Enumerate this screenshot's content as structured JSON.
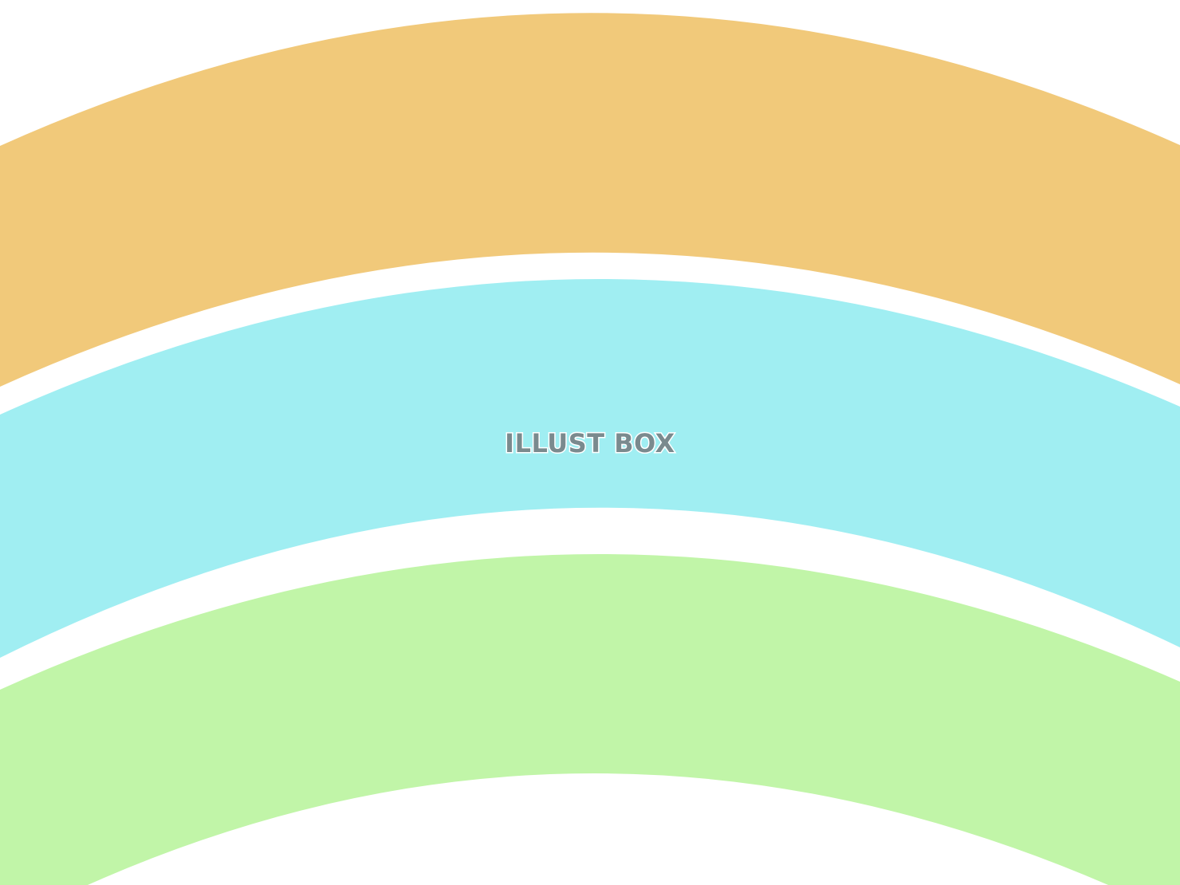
{
  "illustration": {
    "bands": [
      {
        "name": "orange-band",
        "color": "#f1c97a"
      },
      {
        "name": "cyan-band",
        "color": "#a0eef2"
      },
      {
        "name": "green-band",
        "color": "#c1f5a8"
      }
    ],
    "background_color": "#ffffff"
  },
  "watermark": {
    "text": "ILLUST BOX",
    "color": "#7a8a8e"
  }
}
